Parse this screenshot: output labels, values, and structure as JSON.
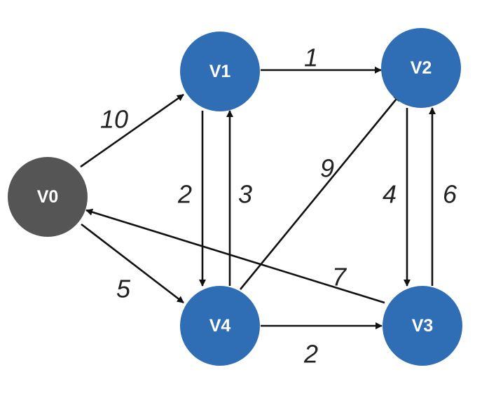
{
  "graph": {
    "nodes": [
      {
        "id": "V0",
        "label": "V0",
        "color": "#555555"
      },
      {
        "id": "V1",
        "label": "V1",
        "color": "#2f6eb5"
      },
      {
        "id": "V2",
        "label": "V2",
        "color": "#2f6eb5"
      },
      {
        "id": "V3",
        "label": "V3",
        "color": "#2f6eb5"
      },
      {
        "id": "V4",
        "label": "V4",
        "color": "#2f6eb5"
      }
    ],
    "edges": [
      {
        "from": "V0",
        "to": "V1",
        "weight": "10"
      },
      {
        "from": "V0",
        "to": "V4",
        "weight": "5"
      },
      {
        "from": "V1",
        "to": "V2",
        "weight": "1"
      },
      {
        "from": "V1",
        "to": "V4",
        "weight": "2"
      },
      {
        "from": "V4",
        "to": "V1",
        "weight": "3"
      },
      {
        "from": "V4",
        "to": "V2",
        "weight": "9"
      },
      {
        "from": "V2",
        "to": "V3",
        "weight": "4"
      },
      {
        "from": "V3",
        "to": "V2",
        "weight": "6"
      },
      {
        "from": "V3",
        "to": "V0",
        "weight": "7"
      },
      {
        "from": "V4",
        "to": "V3",
        "weight": "2"
      }
    ],
    "edge_color": "#111111"
  }
}
